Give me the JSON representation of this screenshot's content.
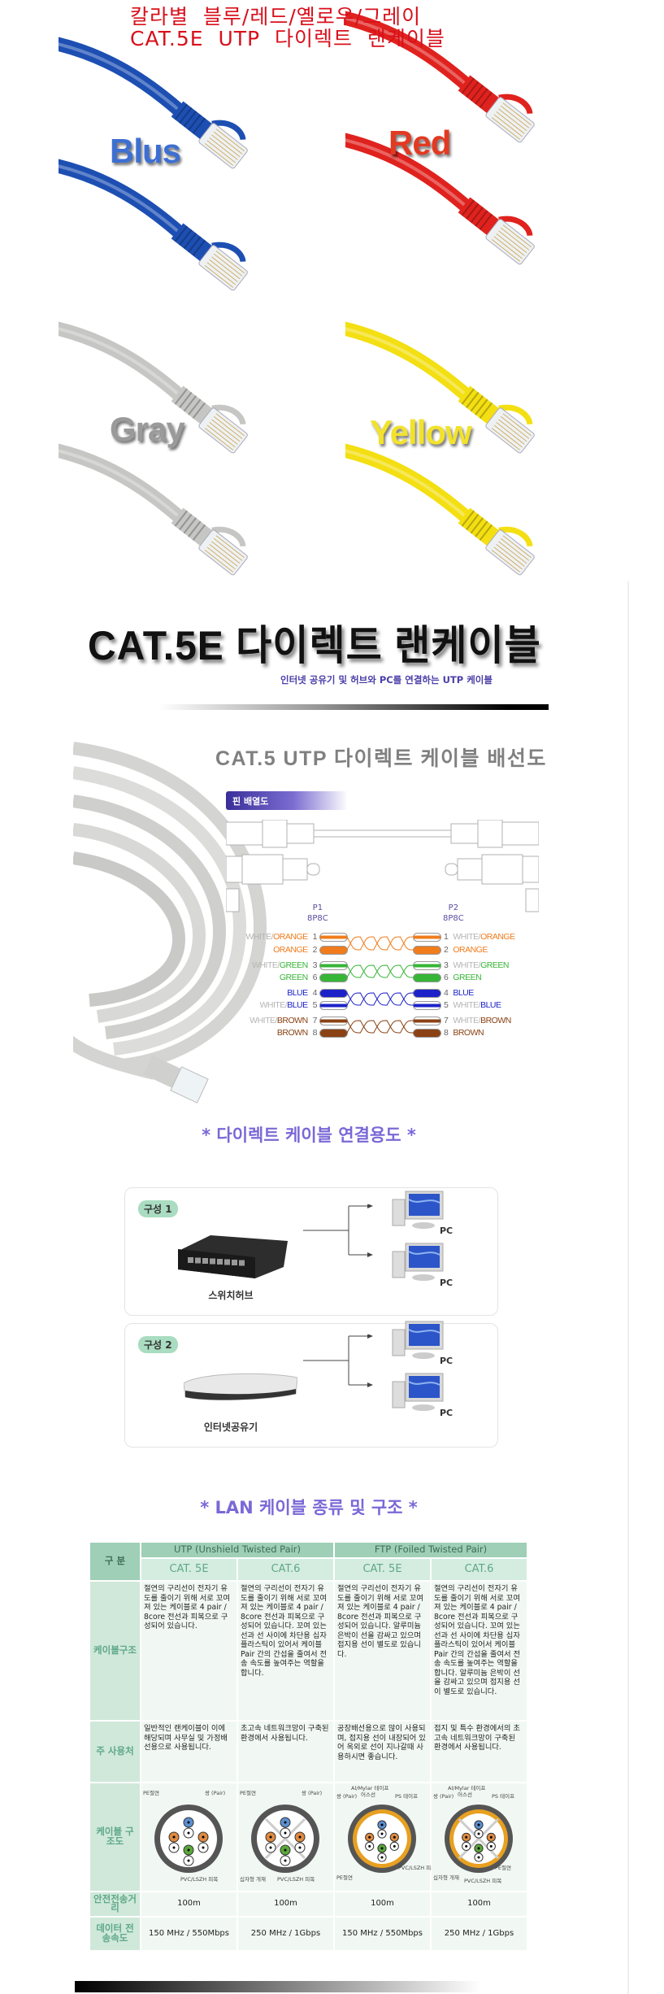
{
  "banner": {
    "line1": "칼라별  블루/레드/옐로우/그레이",
    "line2": "CAT.5E  UTP  다이렉트  랜케이블"
  },
  "variants": [
    {
      "label": "Blus",
      "cable_color": "#1d4fb3",
      "label_color": "#3d6fd2"
    },
    {
      "label": "Red",
      "cable_color": "#e0221e",
      "label_color": "#e23a22"
    },
    {
      "label": "Gray",
      "cable_color": "#c6c6c4",
      "label_color": "#9a9a9a"
    },
    {
      "label": "Yellow",
      "cable_color": "#f3df12",
      "label_color": "#f2e22a"
    }
  ],
  "product": {
    "title": "CAT.5E 다이렉트 랜케이블",
    "subtitle": "인터넷 공유기 및 허브와 PC를 연결하는 UTP 케이블"
  },
  "wiring": {
    "title": "CAT.5 UTP 다이렉트 케이블 배선도",
    "badge": "핀 배열도",
    "p1": "P1",
    "p2": "P2",
    "connector": "8P8C",
    "pins": [
      {
        "pin": "1",
        "prefix": "WHITE/",
        "name": "ORANGE",
        "color": "#f07c1c",
        "striped": true
      },
      {
        "pin": "2",
        "prefix": "",
        "name": "ORANGE",
        "color": "#f07c1c",
        "striped": false
      },
      {
        "pin": "3",
        "prefix": "WHITE/",
        "name": "GREEN",
        "color": "#36b536",
        "striped": true
      },
      {
        "pin": "6",
        "prefix": "",
        "name": "GREEN",
        "color": "#36b536",
        "striped": false
      },
      {
        "pin": "4",
        "prefix": "",
        "name": "BLUE",
        "color": "#1c22c8",
        "striped": false
      },
      {
        "pin": "5",
        "prefix": "WHITE/",
        "name": "BLUE",
        "color": "#1c22c8",
        "striped": true
      },
      {
        "pin": "7",
        "prefix": "WHITE/",
        "name": "BROWN",
        "color": "#8a4214",
        "striped": true
      },
      {
        "pin": "8",
        "prefix": "",
        "name": "BROWN",
        "color": "#8a4214",
        "striped": false
      }
    ]
  },
  "usage": {
    "title": "* 다이렉트 케이블 연결용도 *",
    "configs": [
      {
        "badge": "구성 1",
        "device": "스위치허브",
        "pcs": [
          "PC",
          "PC"
        ]
      },
      {
        "badge": "구성 2",
        "device": "인터넷공유기",
        "pcs": [
          "PC",
          "PC"
        ]
      }
    ]
  },
  "lan": {
    "title": "* LAN 케이블 종류 및 구조 *",
    "header_label": "구 분",
    "groups": [
      "UTP (Unshield Twisted Pair)",
      "FTP (Foiled Twisted Pair)"
    ],
    "columns": [
      "CAT. 5E",
      "CAT.6",
      "CAT. 5E",
      "CAT.6"
    ],
    "rows": [
      {
        "label": "케이블구조",
        "cells": [
          "절연의 구리선이 전자기 유도를 줄이기 위해 서로 꼬여져 있는 케이블로 4 pair / 8core 전선과 피복으로 구성되어 있습니다.",
          "절연의 구리선이 전자기 유도를 줄이기 위해 서로 꼬여져 있는 케이블로 4 pair / 8core 전선과 피복으로 구성되어 있습니다. 꼬여 있는 선과 선 사이에 차단용 십자 플라스틱이 있어서 케이블 Pair 간의 간섭을 줄여서 전송 속도를 높여주는 역할을 합니다.",
          "절연의 구리선이 전자기 유도를 줄이기 위해 서로 꼬여져 있는 케이블로 4 pair / 8core 전선과 피복으로 구성되어 있습니다. 알루미늄 은박이 선을 감싸고 있으며 접지용 선이 별도로 있습니다.",
          "절연의 구리선이 전자기 유도를 줄이기 위해 서로 꼬여져 있는 케이블로 4 pair / 8core 전선과 피복으로 구성되어 있습니다. 꼬여 있는 선과 선 사이에 차단용 십자 플라스틱이 있어서 케이블 Pair 간의 간섭을 줄여서 전송 속도를 높여주는 역할을 합니다. 알루미늄 은박이 선을 감싸고 있으며 접지용 선이 별도로 있습니다."
        ]
      },
      {
        "label": "주 사용처",
        "cells": [
          "일반적인 랜케이블이 이에 해당되며 사무실 및 가정배선용으로 사용됩니다.",
          "초고속 네트워크망이 구축된 환경에서 사용됩니다.",
          "공장배선용으로 많이 사용되며, 접지용 선이 내장되어 있어 옥외로 선이 지나갈때 사용하시면 좋습니다.",
          "접지 및 특수 환경에서의 초고속 네트워크망이 구축된 환경에서 사용됩니다."
        ]
      },
      {
        "label": "케이블 구조도",
        "diagrams": [
          {
            "shielded": false,
            "cross": false,
            "labels": [
              "PE절연",
              "쌍 (Pair)",
              "PVC/LSZH 피복"
            ]
          },
          {
            "shielded": false,
            "cross": true,
            "labels": [
              "PE절연",
              "쌍 (Pair)",
              "십자형 개재",
              "PVC/LSZH 피복"
            ]
          },
          {
            "shielded": true,
            "cross": false,
            "labels": [
              "Al/Mylar 테이프",
              "어스선",
              "쌍 (Pair)",
              "PS 테이프",
              "PE절연",
              "PVC/LSZH 피복"
            ]
          },
          {
            "shielded": true,
            "cross": true,
            "labels": [
              "Al/Mylar 테이프",
              "어스선",
              "쌍 (Pair)",
              "PS 테이프",
              "십자형 개재",
              "PE절연",
              "PVC/LSZH 피복"
            ]
          }
        ]
      },
      {
        "label": "안전전송거리",
        "cells": [
          "100m",
          "100m",
          "100m",
          "100m"
        ]
      },
      {
        "label": "데이터 전송속도",
        "cells": [
          "150 MHz / 550Mbps",
          "250 MHz / 1Gbps",
          "150 MHz / 550Mbps",
          "250 MHz / 1Gbps"
        ]
      }
    ]
  }
}
